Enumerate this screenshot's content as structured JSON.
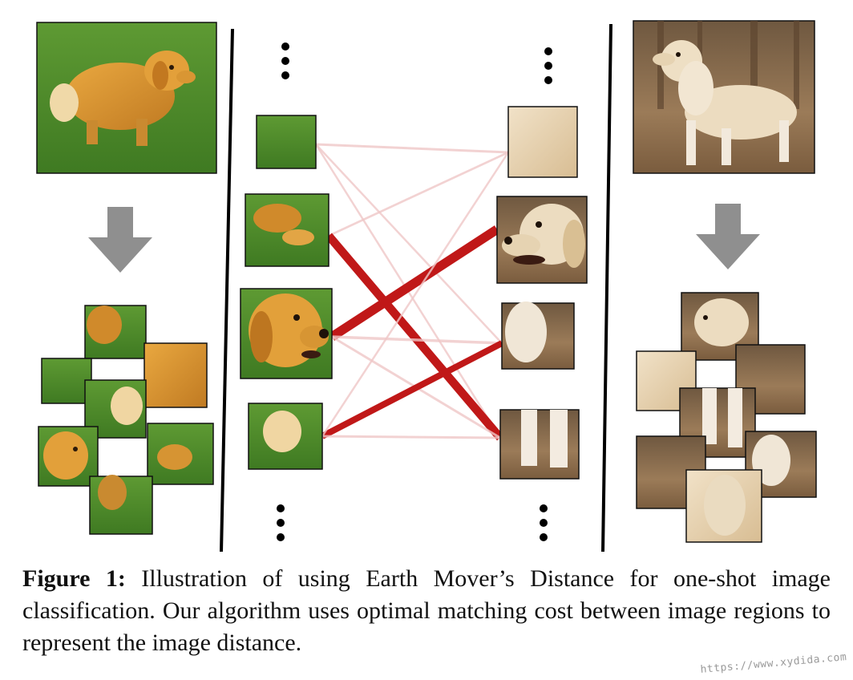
{
  "caption": {
    "label": "Figure 1:",
    "text": "Illustration of using Earth Mover’s Distance for one-shot image classification. Our algorithm uses optimal matching cost between image regions to represent the image distance."
  },
  "watermark": "https://www.xydida.com",
  "colors": {
    "grass": "#4f8a2a",
    "golden_dog": "#d9962f",
    "cream_dog": "#e7d7bb",
    "forest": "#8a6e4e",
    "arrow": "#8f8f8f",
    "strong_match": "#c01818",
    "weak_match": "#f0c8c8"
  },
  "matching": {
    "left_patches": [
      "grass-patch",
      "paws-patch",
      "dog-face-patch",
      "tail-patch"
    ],
    "right_patches": [
      "fur-patch",
      "dog-head-patch",
      "white-fur-patch",
      "legs-patch"
    ],
    "flows": [
      {
        "from": 0,
        "to": 0,
        "weight": 0.15
      },
      {
        "from": 0,
        "to": 2,
        "weight": 0.1
      },
      {
        "from": 0,
        "to": 3,
        "weight": 0.1
      },
      {
        "from": 1,
        "to": 0,
        "weight": 0.12
      },
      {
        "from": 1,
        "to": 3,
        "weight": 0.9
      },
      {
        "from": 2,
        "to": 1,
        "weight": 1.0
      },
      {
        "from": 2,
        "to": 2,
        "weight": 0.2
      },
      {
        "from": 2,
        "to": 3,
        "weight": 0.15
      },
      {
        "from": 3,
        "to": 2,
        "weight": 0.65
      },
      {
        "from": 3,
        "to": 3,
        "weight": 0.15
      },
      {
        "from": 3,
        "to": 0,
        "weight": 0.1
      }
    ]
  }
}
